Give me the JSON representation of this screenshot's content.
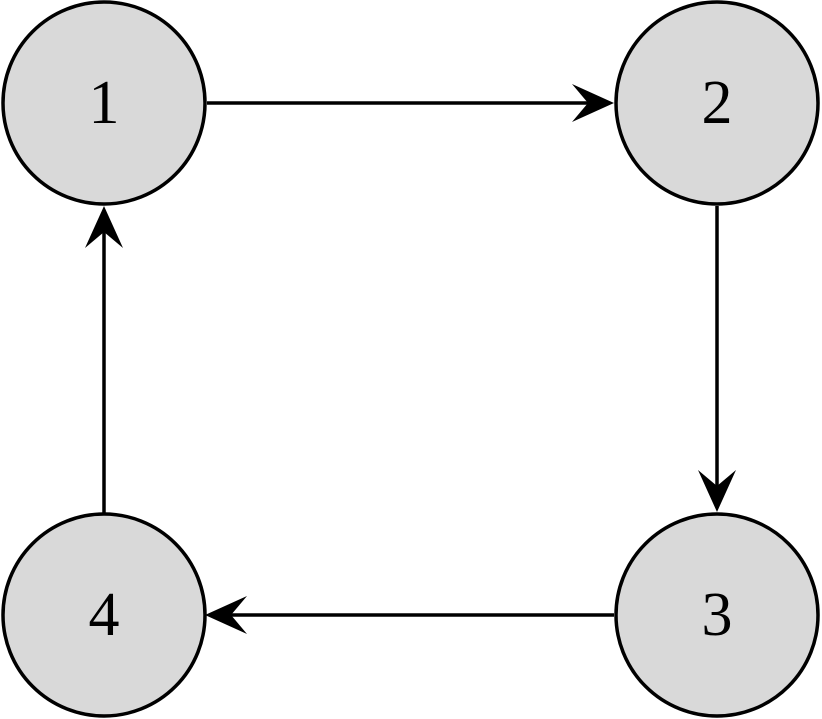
{
  "diagram": {
    "type": "directed-cycle-graph",
    "colors": {
      "node_fill": "#d9d9d9",
      "node_stroke": "#000000",
      "edge": "#000000",
      "background": "#ffffff"
    },
    "nodes": [
      {
        "id": "n1",
        "label": "1"
      },
      {
        "id": "n2",
        "label": "2"
      },
      {
        "id": "n3",
        "label": "3"
      },
      {
        "id": "n4",
        "label": "4"
      }
    ],
    "edges": [
      {
        "from": "1",
        "to": "2"
      },
      {
        "from": "2",
        "to": "3"
      },
      {
        "from": "3",
        "to": "4"
      },
      {
        "from": "4",
        "to": "1"
      }
    ]
  }
}
